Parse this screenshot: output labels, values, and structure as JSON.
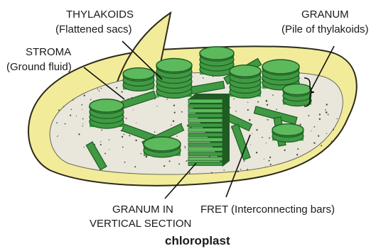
{
  "diagram": {
    "caption": "chloroplast",
    "labels": {
      "thylakoids": "THYLAKOIDS",
      "thylakoids_desc": "(Flattened sacs)",
      "stroma": "STROMA",
      "stroma_desc": "(Ground fluid)",
      "granum": "GRANUM",
      "granum_desc": "(Pile of thylakoids)",
      "granum_vertical_1": "GRANUM IN",
      "granum_vertical_2": "VERTICAL SECTION",
      "fret": "FRET (Interconnecting bars)"
    },
    "colors": {
      "envelope": "#f2ec9a",
      "envelope_stroke": "#2b2b1a",
      "stroma": "#e9e6dc",
      "thylakoid": "#3f9a43",
      "thylakoid_light": "#5cba5d",
      "thylakoid_dark": "#1f5c22"
    }
  }
}
